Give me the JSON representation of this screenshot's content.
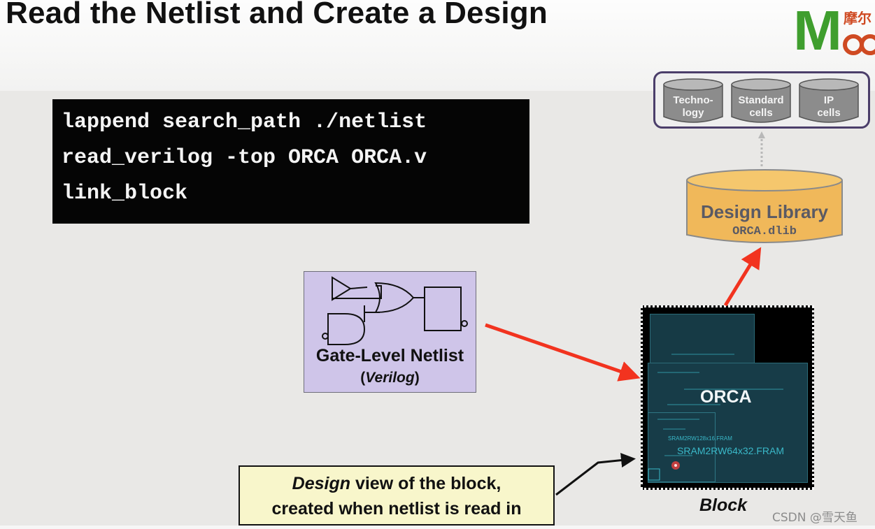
{
  "slide": {
    "title": "Read the Netlist and Create a Design"
  },
  "logo": {
    "letter": "M",
    "text": "摩尔"
  },
  "code": {
    "lines": [
      "lappend search_path ./netlist",
      "read_verilog -top ORCA ORCA.v",
      "link_block"
    ]
  },
  "netlist": {
    "title": "Gate-Level Netlist",
    "sub_open": "(",
    "sub_italic": "Verilog",
    "sub_close": ")"
  },
  "libraries": [
    {
      "line1": "Techno-",
      "line2": "logy"
    },
    {
      "line1": "Standard",
      "line2": "cells"
    },
    {
      "line1": "IP",
      "line2": "cells"
    }
  ],
  "design_library": {
    "title": "Design Library",
    "file": "ORCA.dlib"
  },
  "block": {
    "name": "ORCA",
    "sram_label": "SRAM2RW64x32.FRAM",
    "sram_small_label": "SRAM2RW128x16.FRAM",
    "caption": "Block"
  },
  "callout": {
    "line1_italic": "Design",
    "line1_rest": " view of the block,",
    "line2": "created when netlist is read in"
  },
  "watermark": "CSDN @雪天鱼",
  "colors": {
    "arrow": "#f2331f",
    "netlist_bg": "#cfc5e9",
    "library_cylinder": "#8c8c8c",
    "design_library": "#f0b85a",
    "chip": "#173c48",
    "callout_bg": "#f8f6cb"
  }
}
